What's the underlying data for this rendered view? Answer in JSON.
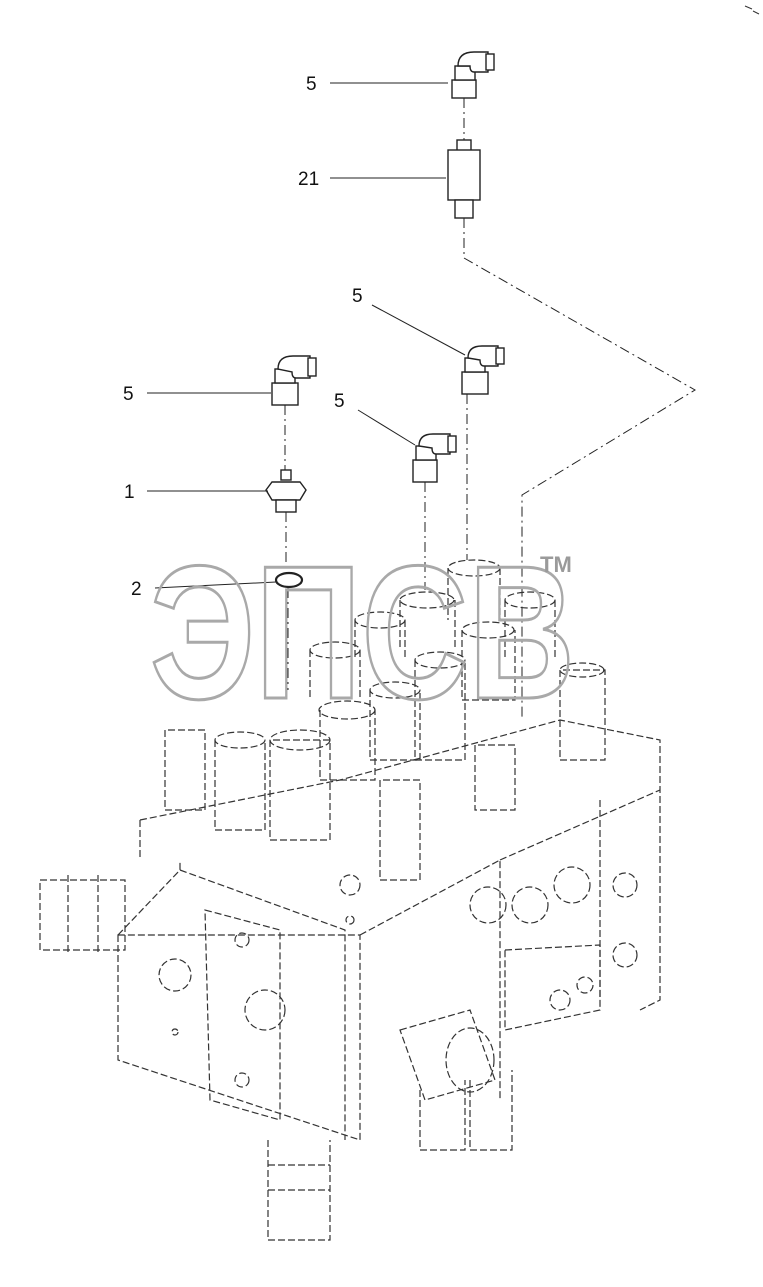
{
  "callouts": [
    {
      "label": "5"
    },
    {
      "label": "21"
    },
    {
      "label": "5"
    },
    {
      "label": "5"
    },
    {
      "label": "5"
    },
    {
      "label": "1"
    },
    {
      "label": "2"
    }
  ],
  "watermark": {
    "text": "ЭПСВ",
    "tm": "TM"
  }
}
